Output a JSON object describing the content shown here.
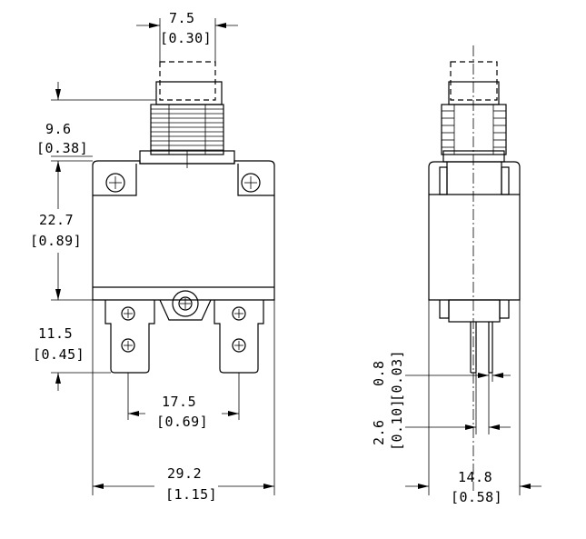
{
  "front_view": {
    "width_button": {
      "mm": "7.5",
      "inch": "[0.30]"
    },
    "height_button": {
      "mm": "9.6",
      "inch": "[0.38]"
    },
    "height_body": {
      "mm": "22.7",
      "inch": "[0.89]"
    },
    "height_terminal": {
      "mm": "11.5",
      "inch": "[0.45]"
    },
    "terminal_spacing": {
      "mm": "17.5",
      "inch": "[0.69]"
    },
    "width_body": {
      "mm": "29.2",
      "inch": "[1.15]"
    }
  },
  "side_view": {
    "terminal_thickness": {
      "mm": "0.8",
      "inch": "[0.03]"
    },
    "terminal_offset": {
      "mm": "2.6",
      "inch": "[0.10]"
    },
    "width_body": {
      "mm": "14.8",
      "inch": "[0.58]"
    }
  }
}
